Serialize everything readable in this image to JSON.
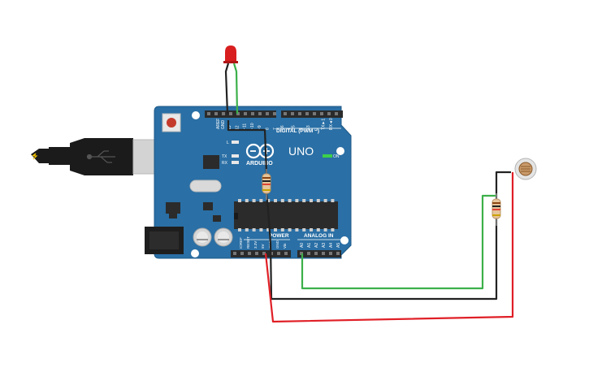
{
  "board": {
    "logo_text": "ARDUINO",
    "model": "UNO",
    "on_label": "ON",
    "tx_label": "TX",
    "rx_label": "RX",
    "l_label": "L",
    "digital_label": "DIGITAL (PWM ~)",
    "power_label": "POWER",
    "analog_label": "ANALOG IN",
    "aref_label": "AREF",
    "gnd_label": "GND",
    "digital_pins": [
      "13",
      "12",
      "~11",
      "~10",
      "~9",
      "8",
      "7",
      "~6",
      "~5",
      "4",
      "~3",
      "2",
      "TX►1",
      "RX◄0"
    ],
    "power_pins": [
      "IOREF",
      "RESET",
      "3.3V",
      "5V",
      "GND",
      "GND",
      "Vin"
    ],
    "analog_pins": [
      "A0",
      "A1",
      "A2",
      "A3",
      "A4",
      "A5"
    ]
  },
  "colors": {
    "board": "#2a6fa5",
    "board_edge": "#1f5a88",
    "header": "#2b2b2b",
    "wire_red": "#e01f26",
    "wire_black": "#222222",
    "wire_green": "#3cb04a",
    "led": "#d81e1e"
  }
}
